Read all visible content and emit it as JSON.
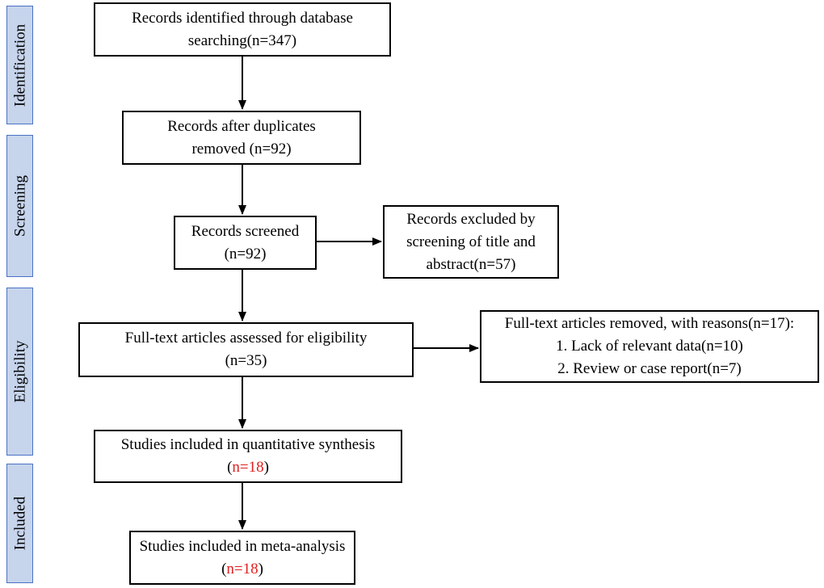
{
  "phases": {
    "identification": "Identification",
    "screening": "Screening",
    "eligibility": "Eligibility",
    "included": "Included"
  },
  "boxes": {
    "identified": {
      "line1": "Records identified through database",
      "line2": "searching(n=347)"
    },
    "after_duplicates": {
      "line1": "Records after duplicates",
      "line2": "removed (n=92)"
    },
    "screened": {
      "line1": "Records screened",
      "line2": "(n=92)"
    },
    "excluded": {
      "line1": "Records excluded by",
      "line2": "screening of title and",
      "line3": "abstract(n=57)"
    },
    "fulltext_assessed": {
      "line1": "Full-text articles assessed for eligibility",
      "line2": "(n=35)"
    },
    "fulltext_removed": {
      "line1": "Full-text articles removed, with reasons(n=17):",
      "line2": "1. Lack of relevant data(n=10)",
      "line3": "2. Review or case report(n=7)"
    },
    "quantitative": {
      "line1": "Studies included in quantitative synthesis",
      "open": "(",
      "count": "n=18",
      "close": ")"
    },
    "meta_analysis": {
      "line1": "Studies included in meta-analysis",
      "open": "(",
      "count": "n=18",
      "close": ")"
    }
  },
  "colors": {
    "phase_fill": "#c6d4ec",
    "phase_border": "#4a72c4",
    "highlight": "#e02020"
  }
}
